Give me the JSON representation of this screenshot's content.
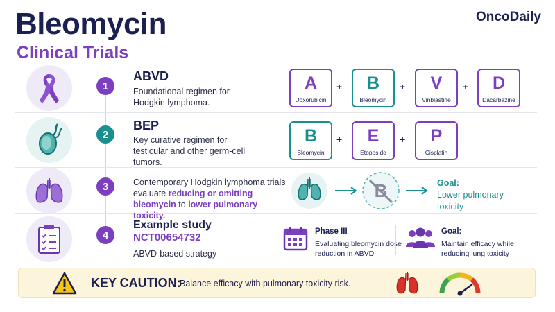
{
  "header": {
    "title": "Bleomycin",
    "subtitle": "Clinical Trials",
    "brand": "OncoDaily"
  },
  "rows": [
    {
      "number": "1",
      "title": "ABVD",
      "text": "Foundational regimen for Hodgkin lymphoma.",
      "icon": "ribbon-icon",
      "drugs": [
        {
          "letter": "A",
          "name": "Doxorubicin"
        },
        {
          "letter": "B",
          "name": "Bleomycin"
        },
        {
          "letter": "V",
          "name": "Vinblastine"
        },
        {
          "letter": "D",
          "name": "Dacarbazine"
        }
      ]
    },
    {
      "number": "2",
      "title": "BEP",
      "text": "Key curative regimen for testicular and other germ-cell tumors.",
      "icon": "testis-icon",
      "drugs": [
        {
          "letter": "B",
          "name": "Bleomycin"
        },
        {
          "letter": "E",
          "name": "Etoposide"
        },
        {
          "letter": "P",
          "name": "Cisplatin"
        }
      ]
    },
    {
      "number": "3",
      "text_a": "Contemporary Hodgkin lymphoma trials evaluate ",
      "text_hl1": "reducing or omitting bleomycin",
      "text_b": " to ",
      "text_hl2": "lower pulmonary toxicity.",
      "icon": "lungs-icon",
      "goal_label": "Goal:",
      "goal_text": "Lower pulmonary toxicity"
    },
    {
      "number": "4",
      "title": "Example study",
      "study_id": "NCT00654732",
      "text": "ABVD-based strategy",
      "icon": "clipboard-icon",
      "phase_label": "Phase III",
      "phase_text": "Evaluating bleomycin dose reduction in ABVD",
      "goal_label": "Goal:",
      "goal_text": "Maintain efficacy while reducing lung toxicity"
    }
  ],
  "caution": {
    "label": "KEY CAUTION:",
    "text": "Balance efficacy with pulmonary toxicity risk."
  },
  "colors": {
    "navy": "#1b2050",
    "purple": "#7b3fbf",
    "teal": "#1a8f8f",
    "caution_bg": "#fdf4dc",
    "warning": "#f5c518",
    "lung_red": "#d8322b"
  },
  "gauge": {
    "level": 0.8
  }
}
